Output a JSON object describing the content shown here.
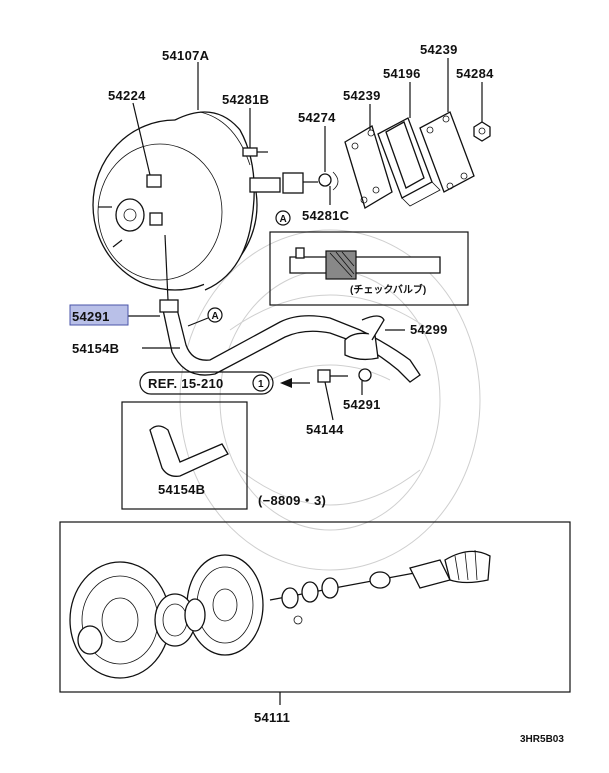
{
  "labels": {
    "booster": "54107A",
    "nut_top": "54224",
    "bolt": "54281B",
    "clip": "54274",
    "gasket1": "54239",
    "spacer": "54196",
    "gasket2": "54239",
    "nut_right": "54284",
    "stud_c": "54281C",
    "hose_clamp_left": "54291",
    "hose_main": "54154B",
    "clamp_right": "54299",
    "clamp_mid": "54291",
    "fitting": "54144",
    "hose_alt": "54154B",
    "date_range": "(−8809・3)",
    "kit": "54111",
    "diagram_code": "3HR5B03"
  },
  "ref": {
    "text": "REF. 15-210",
    "circle": "1"
  },
  "callout": {
    "marker": "A",
    "caption": "(チェックバルブ)"
  },
  "highlight_color": "#b9c0e8"
}
